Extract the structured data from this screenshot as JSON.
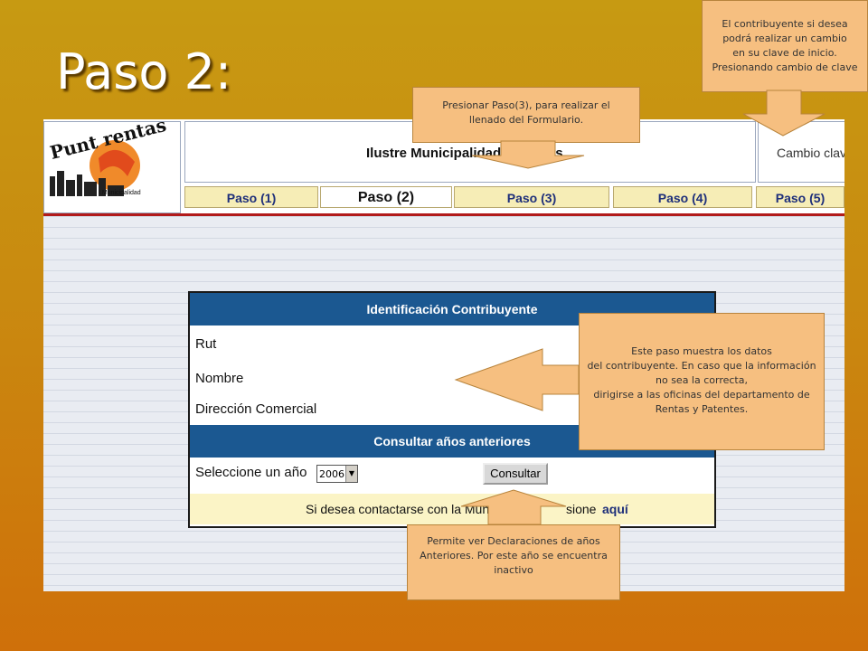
{
  "slide": {
    "title": "Paso 2:"
  },
  "header": {
    "logo_text": "Punt rentas",
    "logo_sub": "I.Municipalidad",
    "title": "Ilustre Municipalidad de ... nas",
    "change_key_label": "Cambio clave"
  },
  "tabs": [
    {
      "label": "Paso (1)",
      "active": false
    },
    {
      "label": "Paso (2)",
      "active": true
    },
    {
      "label": "Paso (3)",
      "active": false
    },
    {
      "label": "Paso (4)",
      "active": false
    },
    {
      "label": "Paso (5)",
      "active": false
    }
  ],
  "form": {
    "section1_title": "Identificación Contribuyente",
    "rut_label": "Rut",
    "nombre_label": "Nombre",
    "direccion_label": "Dirección Comercial",
    "section2_title": "Consultar años anteriores",
    "year_label": "Seleccione un año",
    "year_value": "2006",
    "consult_button": "Consultar",
    "contact_text": "Si desea contactarse con la Munic",
    "contact_text_2": "sione",
    "contact_link": "aquí"
  },
  "callouts": {
    "clave": "El contribuyente si desea\npodrá realizar un cambio\nen su clave de inicio.\nPresionando cambio de clave",
    "paso3": "Presionar  Paso(3), para realizar el\nllenado del  Formulario.",
    "datos": "Este paso muestra los datos\ndel contribuyente.  En caso que la información\nno sea la correcta,\ndirigirse a las oficinas del departamento de\nRentas y Patentes.",
    "anteriores": "Permite ver Declaraciones de años\nAnteriores. Por este año se encuentra\ninactivo"
  },
  "colors": {
    "callout_fill": "#f6bf80",
    "section_header": "#1b5891",
    "tab_fill": "#f6edb6"
  }
}
